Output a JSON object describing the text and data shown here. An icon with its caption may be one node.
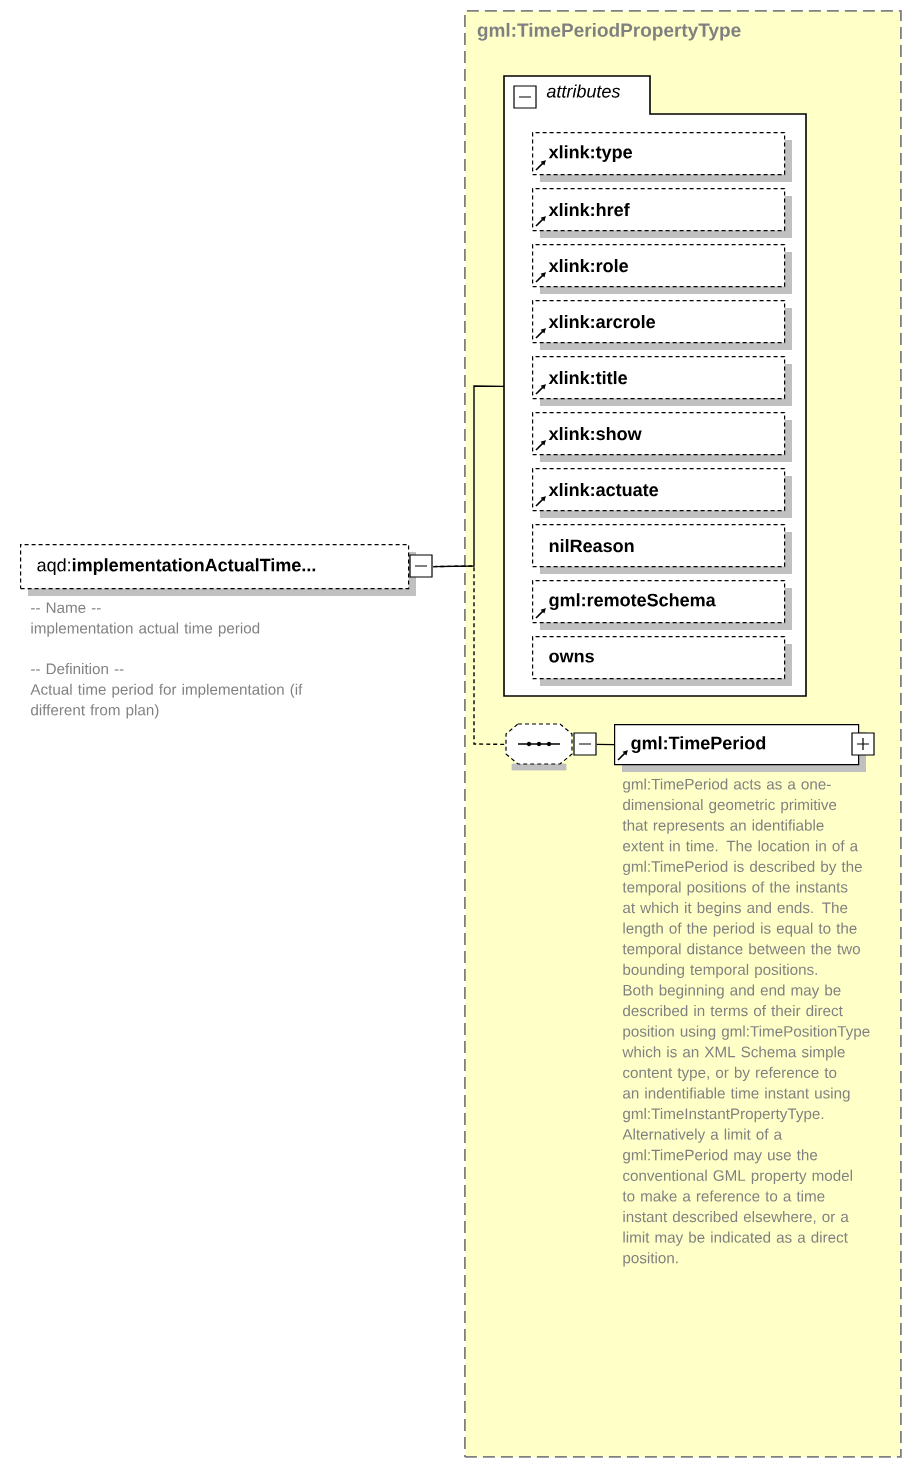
{
  "diagram": {
    "nodes": [
      {
        "text": [
          "aqd:**implementationActualTime...**"
        ],
        "beside": [
          "-- Name --",
          "implementation actual time period",
          "-- Definition --",
          "Actual time period for implementation (if different from plan)"
        ]
      },
      {
        "text": [
          "gml:TimePeriodPropertyType"
        ]
      },
      {
        "text": [
          "attributes"
        ],
        "in": 1
      },
      {
        "text": [
          "xlink:type"
        ],
        "in": 2
      },
      {
        "text": [
          "xlink:href"
        ],
        "in": 2
      },
      {
        "text": [
          "xlink:role"
        ],
        "in": 2
      },
      {
        "text": [
          "xlink:arcrole"
        ],
        "in": 2
      },
      {
        "text": [
          "xlink:title"
        ],
        "in": 2
      },
      {
        "text": [
          "xlink:show"
        ],
        "in": 2
      },
      {
        "text": [
          "xlink:actuate"
        ],
        "in": 2
      },
      {
        "text": [
          "nilReason"
        ],
        "in": 2
      },
      {
        "text": [
          "gml:remoteSchema"
        ],
        "in": 2
      },
      {
        "text": [
          "owns"
        ],
        "in": 2
      },
      {
        "text": [],
        "shape": "octagon",
        "in": 1
      },
      {
        "text": [
          "gml:TimePeriod"
        ],
        "in": 1,
        "beside": [
          "gml:TimePeriod acts as a one-dimensional geometric primitive that represents an identifiable extent in time. The location in of a gml:TimePeriod is described by the temporal positions of the instants at which it begins and ends. The length of the period is equal to the temporal distance between the two bounding temporal positions.",
          "Both beginning and end may be described in terms of their direct position using gml:TimePositionType which is an XML Schema simple content type, or by reference to an indentifiable time instant using gml:TimeInstantPropertyType.",
          "Alternatively a limit of a gml:TimePeriod may use the conventional GML property model to make a reference to a time instant described elsewhere, or a limit may be indicated as a direct position."
        ]
      }
    ],
    "edges": [
      {
        "from": 0,
        "to": 2,
        "arrow": "none"
      },
      {
        "from": 0,
        "to": 13,
        "arrow": "none",
        "style": "dashed"
      },
      {
        "from": 13,
        "to": 14,
        "arrow": "none"
      }
    ]
  }
}
